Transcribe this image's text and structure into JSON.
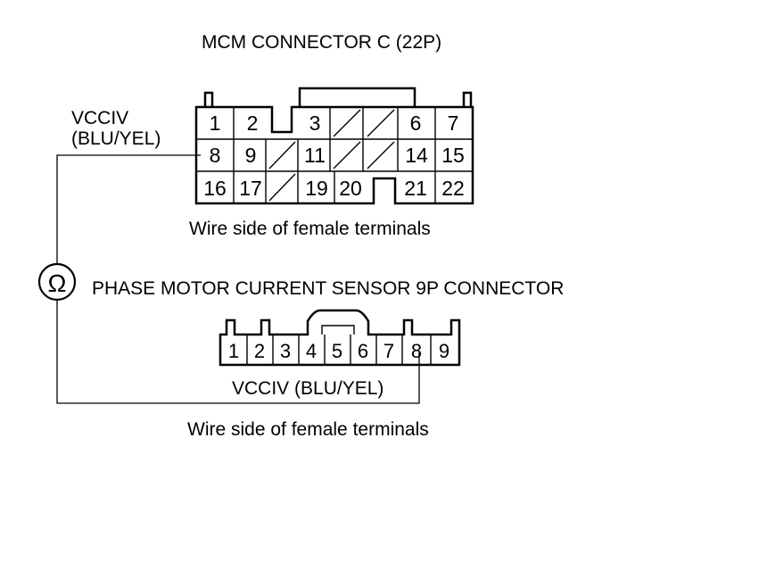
{
  "mcm_connector": {
    "title": "MCM CONNECTOR C (22P)",
    "caption": "Wire side of female terminals",
    "pins": {
      "1": "1",
      "2": "2",
      "3": "3",
      "6": "6",
      "7": "7",
      "8": "8",
      "9": "9",
      "11": "11",
      "14": "14",
      "15": "15",
      "16": "16",
      "17": "17",
      "19": "19",
      "20": "20",
      "21": "21",
      "22": "22"
    }
  },
  "wire_label_top": {
    "line1": "VCCIV",
    "line2": "(BLU/YEL)"
  },
  "meter_symbol": "Ω",
  "sensor_connector": {
    "title": "PHASE MOTOR CURRENT SENSOR 9P CONNECTOR",
    "caption": "Wire side of female terminals",
    "pins": [
      "1",
      "2",
      "3",
      "4",
      "5",
      "6",
      "7",
      "8",
      "9"
    ]
  },
  "wire_label_bottom": "VCCIV (BLU/YEL)",
  "icons": {
    "meter": "ohmmeter-icon"
  }
}
